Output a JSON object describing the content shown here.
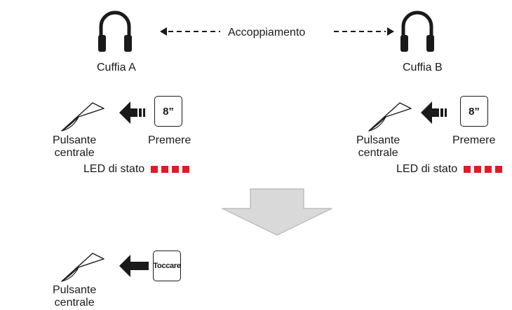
{
  "pairing": {
    "label": "Accoppiamento"
  },
  "headsets": [
    {
      "label": "Cuffia A"
    },
    {
      "label": "Cuffia B"
    }
  ],
  "steps": {
    "left": {
      "button_label_line1": "Pulsante",
      "button_label_line2": "centrale",
      "key": "8”",
      "action": "Premere",
      "led_label": "LED di stato"
    },
    "right": {
      "button_label_line1": "Pulsante",
      "button_label_line2": "centrale",
      "key": "8”",
      "action": "Premere",
      "led_label": "LED di stato"
    },
    "bottom": {
      "button_label_line1": "Pulsante",
      "button_label_line2": "centrale",
      "key": "Toccare"
    }
  },
  "led": {
    "count": 4,
    "color": "#e01b24"
  },
  "colors": {
    "arrow_fill": "#1a1a1a",
    "big_arrow_fill": "#d9d9d9",
    "big_arrow_stroke": "#bdbdbd"
  }
}
